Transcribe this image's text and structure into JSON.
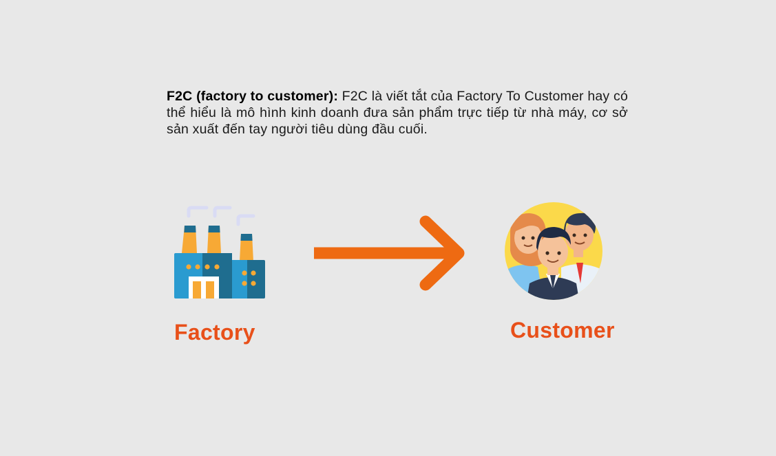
{
  "description": {
    "term": "F2C (factory to customer):",
    "text": " F2C là viết tắt của Factory To Customer hay có thể hiểu là mô hình kinh doanh đưa sản phẩm trực tiếp từ nhà máy, cơ sở sản xuất đến tay người tiêu dùng đầu cuối."
  },
  "nodes": {
    "factory": {
      "label": "Factory",
      "icon": "factory-icon"
    },
    "customer": {
      "label": "Customer",
      "icon": "customers-group-icon"
    }
  },
  "connector": {
    "icon": "right-arrow-icon",
    "color": "#ee6a12"
  },
  "colors": {
    "label": "#e8501a",
    "background": "#e8e8e8"
  }
}
